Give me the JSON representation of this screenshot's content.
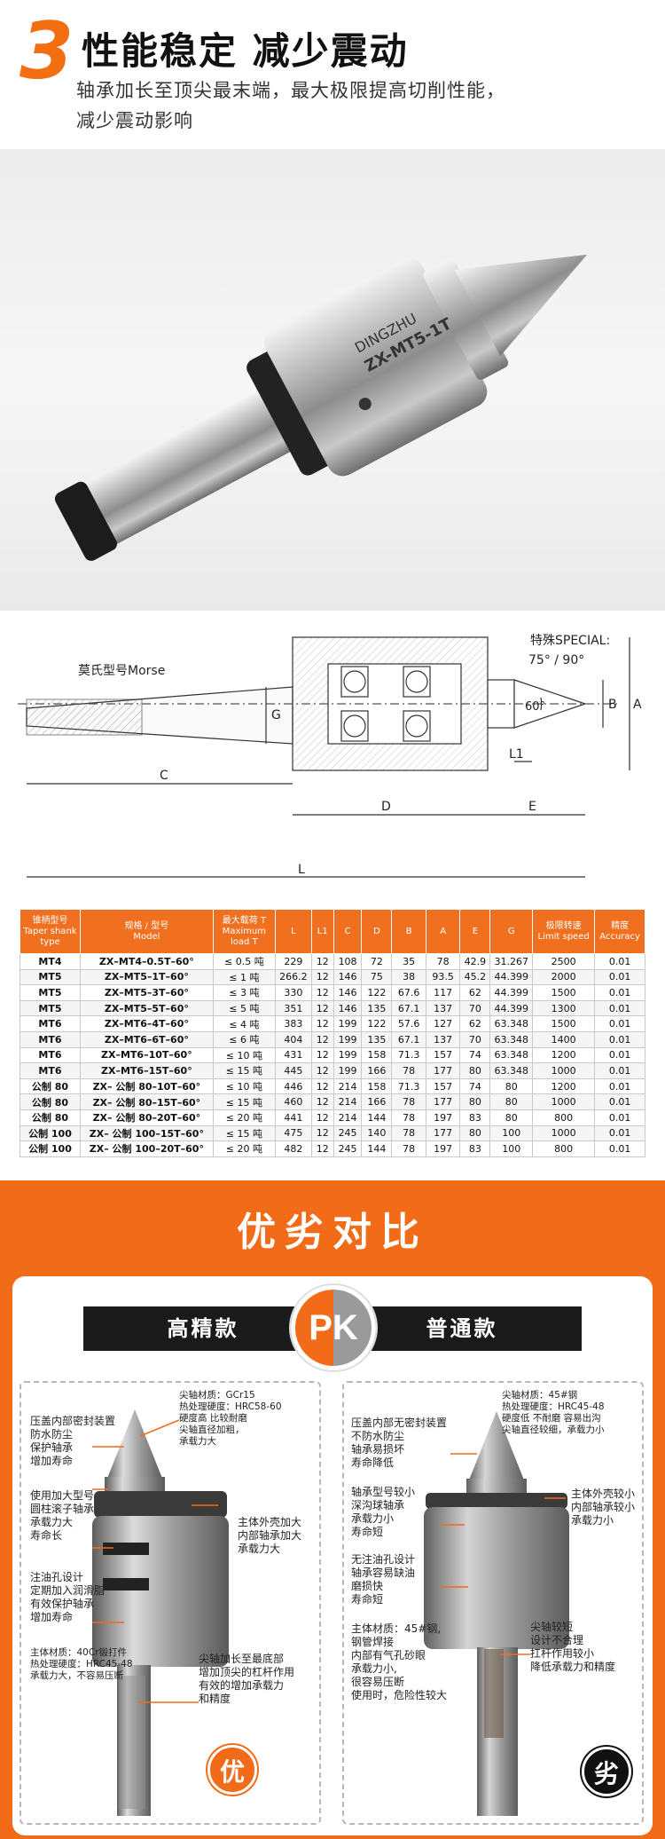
{
  "header": {
    "number": "3",
    "title": "性能稳定 减少震动",
    "desc_line1": "轴承加长至顶尖最末端，最大极限提高切削性能，",
    "desc_line2": "减少震动影响"
  },
  "photo": {
    "brand_text": "DINGZHU",
    "model_text": "ZX-MT5-1T"
  },
  "drawing": {
    "morse_label": "莫氏型号Morse",
    "special_label": "特殊SPECIAL:",
    "angles_label": "75° / 90°",
    "tip_angle": "60°",
    "dim_g": "G",
    "dim_b": "B",
    "dim_a": "A",
    "dim_l1": "L1",
    "dim_c": "C",
    "dim_d": "D",
    "dim_e": "E",
    "dim_l": "L"
  },
  "table": {
    "headers": [
      [
        "锥柄型号",
        "Taper shank",
        "type"
      ],
      [
        "规格 / 型号",
        "Model",
        ""
      ],
      [
        "最大载荷 T",
        "Maximum",
        "load T"
      ],
      [
        "L",
        "",
        ""
      ],
      [
        "L1",
        "",
        ""
      ],
      [
        "C",
        "",
        ""
      ],
      [
        "D",
        "",
        ""
      ],
      [
        "B",
        "",
        ""
      ],
      [
        "A",
        "",
        ""
      ],
      [
        "E",
        "",
        ""
      ],
      [
        "G",
        "",
        ""
      ],
      [
        "极限转速",
        "Limit speed",
        ""
      ],
      [
        "精度",
        "Accuracy",
        ""
      ]
    ],
    "rows": [
      [
        "MT4",
        "ZX–MT4–0.5T–60°",
        "≤ 0.5 吨",
        "229",
        "12",
        "108",
        "72",
        "35",
        "78",
        "42.9",
        "31.267",
        "2500",
        "0.01"
      ],
      [
        "MT5",
        "ZX–MT5–1T–60°",
        "≤ 1 吨",
        "266.2",
        "12",
        "146",
        "75",
        "38",
        "93.5",
        "45.2",
        "44.399",
        "2000",
        "0.01"
      ],
      [
        "MT5",
        "ZX–MT5–3T–60°",
        "≤ 3 吨",
        "330",
        "12",
        "146",
        "122",
        "67.6",
        "117",
        "62",
        "44.399",
        "1500",
        "0.01"
      ],
      [
        "MT5",
        "ZX–MT5–5T–60°",
        "≤ 5 吨",
        "351",
        "12",
        "146",
        "135",
        "67.1",
        "137",
        "70",
        "44.399",
        "1300",
        "0.01"
      ],
      [
        "MT6",
        "ZX–MT6–4T–60°",
        "≤ 4 吨",
        "383",
        "12",
        "199",
        "122",
        "57.6",
        "127",
        "62",
        "63.348",
        "1500",
        "0.01"
      ],
      [
        "MT6",
        "ZX–MT6–6T–60°",
        "≤ 6 吨",
        "404",
        "12",
        "199",
        "135",
        "67.1",
        "137",
        "70",
        "63.348",
        "1400",
        "0.01"
      ],
      [
        "MT6",
        "ZX–MT6–10T–60°",
        "≤ 10 吨",
        "431",
        "12",
        "199",
        "158",
        "71.3",
        "157",
        "74",
        "63.348",
        "1200",
        "0.01"
      ],
      [
        "MT6",
        "ZX–MT6–15T–60°",
        "≤ 15 吨",
        "445",
        "12",
        "199",
        "166",
        "78",
        "177",
        "80",
        "63.348",
        "1000",
        "0.01"
      ],
      [
        "公制 80",
        "ZX– 公制 80–10T–60°",
        "≤ 10 吨",
        "446",
        "12",
        "214",
        "158",
        "71.3",
        "157",
        "74",
        "80",
        "1200",
        "0.01"
      ],
      [
        "公制 80",
        "ZX– 公制 80–15T–60°",
        "≤ 15 吨",
        "460",
        "12",
        "214",
        "166",
        "78",
        "177",
        "80",
        "80",
        "1000",
        "0.01"
      ],
      [
        "公制 80",
        "ZX– 公制 80–20T–60°",
        "≤ 20 吨",
        "441",
        "12",
        "214",
        "144",
        "78",
        "197",
        "83",
        "80",
        "800",
        "0.01"
      ],
      [
        "公制 100",
        "ZX– 公制 100–15T–60°",
        "≤ 15 吨",
        "475",
        "12",
        "245",
        "140",
        "78",
        "177",
        "80",
        "100",
        "1000",
        "0.01"
      ],
      [
        "公制 100",
        "ZX– 公制 100–20T–60°",
        "≤ 20 吨",
        "482",
        "12",
        "245",
        "144",
        "78",
        "197",
        "83",
        "100",
        "800",
        "0.01"
      ]
    ]
  },
  "compare": {
    "title": "优劣对比",
    "left_title": "高精款",
    "right_title": "普通款",
    "pk": "PK",
    "good_badge": "优",
    "bad_badge": "劣",
    "left_labels": {
      "material": [
        "尖轴材质：GCr15",
        "热处理硬度：HRC58-60",
        "硬度高  比较耐磨",
        "尖轴直径加粗，",
        "承载力大"
      ],
      "seal": [
        "压盖内部密封装置",
        "防水防尘",
        "保护轴承",
        "增加寿命"
      ],
      "bearing": [
        "使用加大型号",
        "圆柱滚子轴承",
        "承载力大",
        "寿命长"
      ],
      "housing": [
        "主体外壳加大",
        "内部轴承加大",
        "承载力大"
      ],
      "oil": [
        "注油孔设计",
        "定期加入润滑脂",
        "有效保护轴承",
        "增加寿命"
      ],
      "body": [
        "主体材质：40Cr锻打件",
        "热处理硬度：HRC45-48",
        "承载力大，不容易压断"
      ],
      "shaft": [
        "尖轴加长至最底部",
        "增加顶尖的杠杆作用",
        "有效的增加承载力",
        "和精度"
      ]
    },
    "right_labels": {
      "material": [
        "尖轴材质：45#钢",
        "热处理硬度：HRC45-48",
        "硬度低  不耐磨  容易出沟",
        "尖轴直径较细，承载力小"
      ],
      "seal": [
        "压盖内部无密封装置",
        "不防水防尘",
        "轴承易损坏",
        "寿命降低"
      ],
      "bearing": [
        "轴承型号较小",
        "深沟球轴承",
        "承载力小",
        "寿命短"
      ],
      "housing": [
        "主体外壳较小",
        "内部轴承较小",
        "承载力小"
      ],
      "oil": [
        "无注油孔设计",
        "轴承容易缺油",
        "磨损快",
        "寿命短"
      ],
      "body": [
        "主体材质：45#钢,",
        "钢管焊接",
        "内部有气孔砂眼",
        "承载力小,",
        "很容易压断",
        "使用时，危险性较大"
      ],
      "shaft": [
        "尖轴较短",
        "设计不合理",
        "扛杆作用较小",
        "降低承载力和精度"
      ]
    }
  }
}
